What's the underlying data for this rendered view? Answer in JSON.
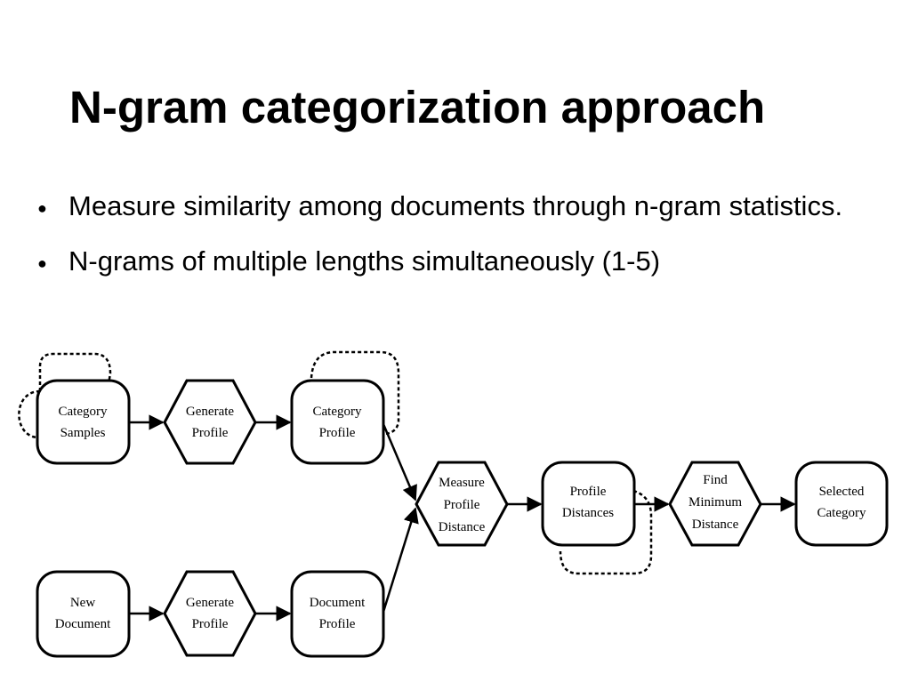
{
  "slide": {
    "title": "N-gram categorization approach",
    "bullets": [
      {
        "text": "Measure similarity among documents through n-gram statistics."
      },
      {
        "text": "N-grams of multiple lengths simultaneously (1-5)"
      }
    ]
  },
  "diagram": {
    "nodes": {
      "category_samples": [
        "Category",
        "Samples"
      ],
      "generate_profile_top": [
        "Generate",
        "Profile"
      ],
      "category_profile": [
        "Category",
        "Profile"
      ],
      "new_document": [
        "New",
        "Document"
      ],
      "generate_profile_bottom": [
        "Generate",
        "Profile"
      ],
      "document_profile": [
        "Document",
        "Profile"
      ],
      "measure_profile_distance": [
        "Measure",
        "Profile",
        "Distance"
      ],
      "profile_distances": [
        "Profile",
        "Distances"
      ],
      "find_minimum_distance": [
        "Find",
        "Minimum",
        "Distance"
      ],
      "selected_category": [
        "Selected",
        "Category"
      ]
    }
  }
}
